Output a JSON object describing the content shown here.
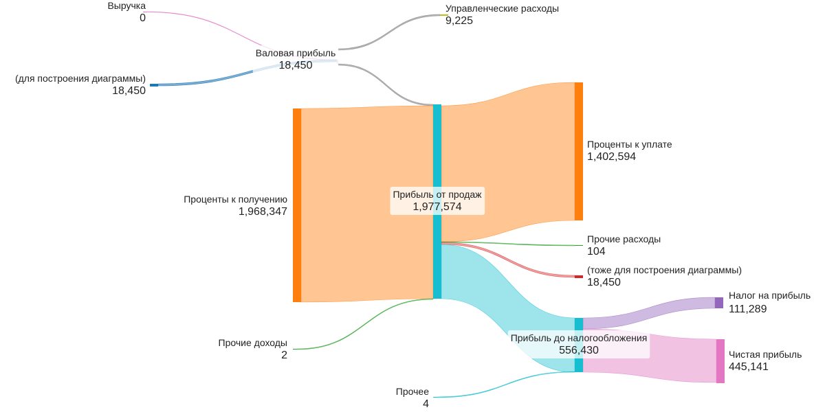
{
  "chart_data": {
    "type": "sankey",
    "nodes": [
      {
        "id": "revenue",
        "name": "Выручка",
        "value": "0",
        "color": "#e377c2"
      },
      {
        "id": "helper1",
        "name": "(для построения диаграммы)",
        "value": "18,450",
        "color": "#1f77b4"
      },
      {
        "id": "gross",
        "name": "Валовая прибыль",
        "value": "18,450",
        "color": "#c7c7c7"
      },
      {
        "id": "admin",
        "name": "Управленческие расходы",
        "value": "9,225",
        "color": "#bcbd22"
      },
      {
        "id": "interest_in",
        "name": "Проценты к получению",
        "value": "1,968,347",
        "color": "#ff7f0e"
      },
      {
        "id": "other_income",
        "name": "Прочие доходы",
        "value": "2",
        "color": "#2ca02c"
      },
      {
        "id": "other",
        "name": "Прочее",
        "value": "4",
        "color": "#17becf"
      },
      {
        "id": "sales_profit",
        "name": "Прибыль от продаж",
        "value": "1,977,574",
        "color": "#17becf"
      },
      {
        "id": "interest_out",
        "name": "Проценты к уплате",
        "value": "1,402,594",
        "color": "#ff7f0e"
      },
      {
        "id": "other_exp",
        "name": "Прочие расходы",
        "value": "104",
        "color": "#2ca02c"
      },
      {
        "id": "helper2",
        "name": "(тоже для построения диаграммы)",
        "value": "18,450",
        "color": "#d62728"
      },
      {
        "id": "pretax",
        "name": "Прибыль до налогообложения",
        "value": "556,430",
        "color": "#17becf"
      },
      {
        "id": "tax",
        "name": "Налог на прибыль",
        "value": "111,289",
        "color": "#9467bd"
      },
      {
        "id": "net",
        "name": "Чистая прибыль",
        "value": "445,141",
        "color": "#e377c2"
      }
    ],
    "links": [
      {
        "source": "revenue",
        "target": "gross",
        "value": 0,
        "color": "#e377c2"
      },
      {
        "source": "helper1",
        "target": "gross",
        "value": 18450,
        "color": "#1f77b4"
      },
      {
        "source": "gross",
        "target": "admin",
        "value": 9225,
        "color": "#7f7f7f"
      },
      {
        "source": "gross",
        "target": "sales_profit",
        "value": 9225,
        "color": "#7f7f7f"
      },
      {
        "source": "interest_in",
        "target": "sales_profit",
        "value": 1968347,
        "color": "#ff7f0e"
      },
      {
        "source": "other_income",
        "target": "sales_profit",
        "value": 2,
        "color": "#2ca02c"
      },
      {
        "source": "sales_profit",
        "target": "interest_out",
        "value": 1402594,
        "color": "#ff7f0e"
      },
      {
        "source": "sales_profit",
        "target": "other_exp",
        "value": 104,
        "color": "#2ca02c"
      },
      {
        "source": "sales_profit",
        "target": "helper2",
        "value": 18450,
        "color": "#d62728"
      },
      {
        "source": "sales_profit",
        "target": "pretax",
        "value": 556430,
        "color": "#17becf"
      },
      {
        "source": "other",
        "target": "pretax",
        "value": 4,
        "color": "#17becf"
      },
      {
        "source": "pretax",
        "target": "tax",
        "value": 111289,
        "color": "#9467bd"
      },
      {
        "source": "pretax",
        "target": "net",
        "value": 445141,
        "color": "#e377c2"
      }
    ]
  }
}
